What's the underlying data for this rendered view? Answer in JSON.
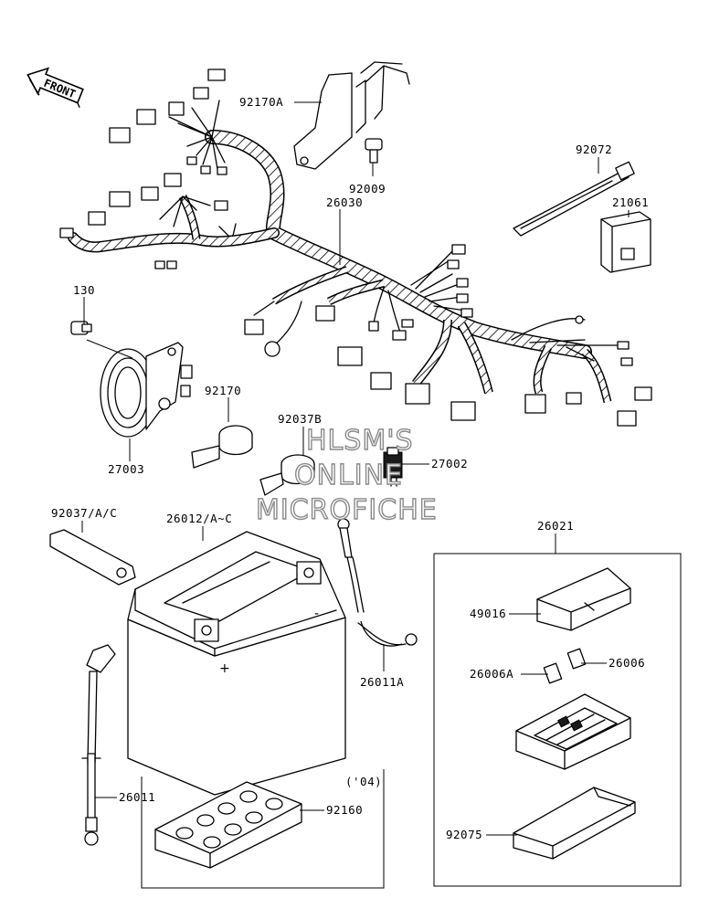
{
  "front_label": "FRONT",
  "parts": {
    "p92170A": "92170A",
    "p92009": "92009",
    "p92072": "92072",
    "p21061": "21061",
    "p26030": "26030",
    "p130": "130",
    "p92170": "92170",
    "p92037B": "92037B",
    "p27002": "27002",
    "p27003": "27003",
    "p92037AC": "92037/A/C",
    "p26012": "26012/A~C",
    "p26021": "26021",
    "p49016": "49016",
    "p26006A": "26006A",
    "p26006": "26006",
    "p26011A": "26011A",
    "p26011": "26011",
    "p92160": "92160",
    "p92075": "92075",
    "year_note": "('04)"
  },
  "watermark": {
    "line1": "HLSM'S",
    "line2": "ONLINE",
    "line3": "MICROFICHE"
  }
}
